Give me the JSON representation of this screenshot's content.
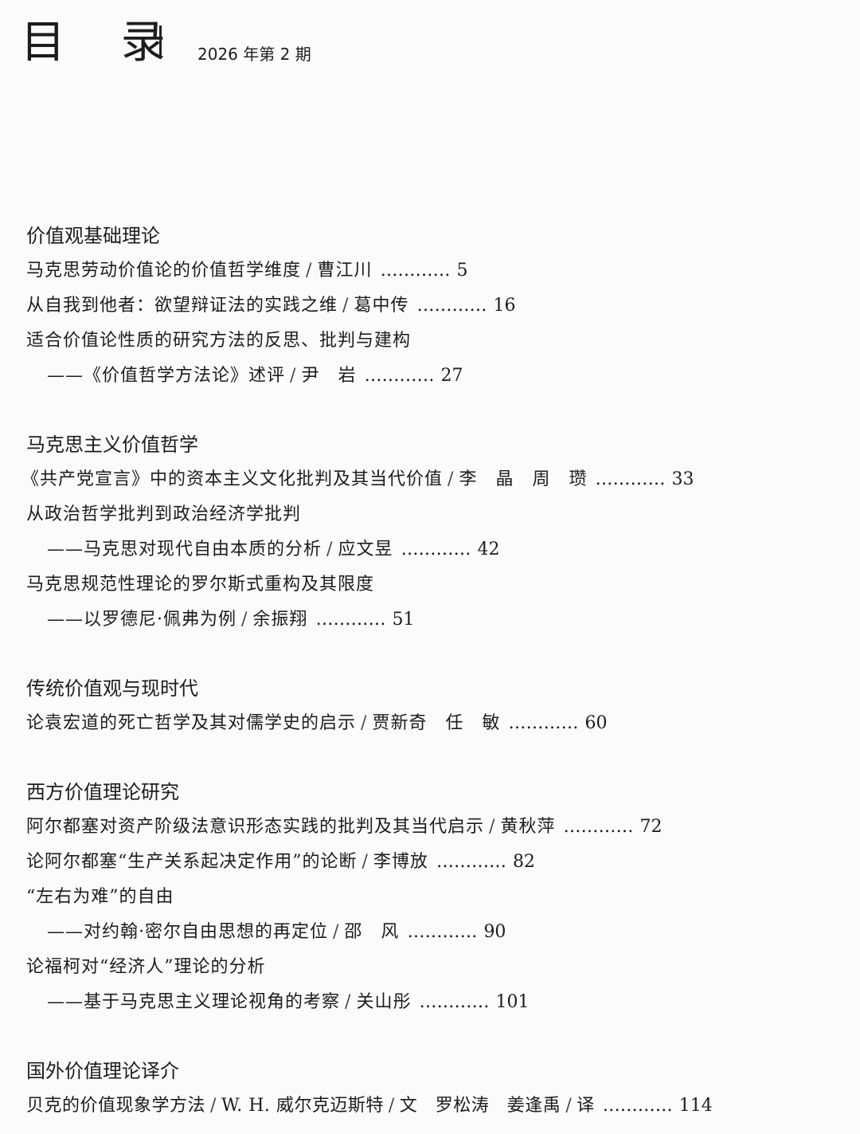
{
  "header": {
    "title": "目 录",
    "issue": "2026 年第 2 期"
  },
  "sections": [
    {
      "title": "价值观基础理论",
      "lines": [
        {
          "text": "马克思劳动价值论的价值哲学维度",
          "sep": "/",
          "author": "曹江川",
          "dots": "…………",
          "page": "5"
        },
        {
          "text": "从自我到他者：欲望辩证法的实践之维",
          "sep": "/",
          "author": "葛中传",
          "dots": "…………",
          "page": "16"
        },
        {
          "text": "适合价值论性质的研究方法的反思、批判与建构"
        },
        {
          "text": "——《价值哲学方法论》述评",
          "sep": "/",
          "author": "尹　岩",
          "dots": "…………",
          "page": "27"
        }
      ]
    },
    {
      "title": "马克思主义价值哲学",
      "lines": [
        {
          "text": "《共产党宣言》中的资本主义文化批判及其当代价值",
          "sep": "/",
          "author": "李　晶　周　瓒",
          "dots": "…………",
          "page": "33"
        },
        {
          "text": "从政治哲学批判到政治经济学批判"
        },
        {
          "text": "——马克思对现代自由本质的分析",
          "sep": "/",
          "author": "应文昱",
          "dots": "…………",
          "page": "42"
        },
        {
          "text": "马克思规范性理论的罗尔斯式重构及其限度"
        },
        {
          "text": "——以罗德尼·佩弗为例",
          "sep": "/",
          "author": "余振翔",
          "dots": "…………",
          "page": "51"
        }
      ]
    },
    {
      "title": "传统价值观与现时代",
      "lines": [
        {
          "text": "论袁宏道的死亡哲学及其对儒学史的启示",
          "sep": "/",
          "author": "贾新奇　任　敏",
          "dots": "…………",
          "page": "60"
        }
      ]
    },
    {
      "title": "西方价值理论研究",
      "lines": [
        {
          "text": "阿尔都塞对资产阶级法意识形态实践的批判及其当代启示",
          "sep": "/",
          "author": "黄秋萍",
          "dots": "…………",
          "page": "72"
        },
        {
          "text": "论阿尔都塞“生产关系起决定作用”的论断",
          "sep": "/",
          "author": "李博放",
          "dots": "…………",
          "page": "82"
        },
        {
          "text": "“左右为难”的自由"
        },
        {
          "text": "——对约翰·密尔自由思想的再定位",
          "sep": "/",
          "author": "邵　风",
          "dots": "…………",
          "page": "90"
        },
        {
          "text": "论福柯对“经济人”理论的分析"
        },
        {
          "text": "——基于马克思主义理论视角的考察",
          "sep": "/",
          "author": "关山彤",
          "dots": "…………",
          "page": "101"
        }
      ]
    },
    {
      "title": "国外价值理论译介",
      "lines": [
        {
          "text": "贝克的价值现象学方法",
          "sep": "/",
          "author": "W. H. 威尔克迈斯特",
          "sep2": "/",
          "author2": "文　罗松涛　姜逢禹",
          "sep3": "/",
          "author3": "译",
          "dots": "…………",
          "page": "114"
        }
      ]
    }
  ]
}
